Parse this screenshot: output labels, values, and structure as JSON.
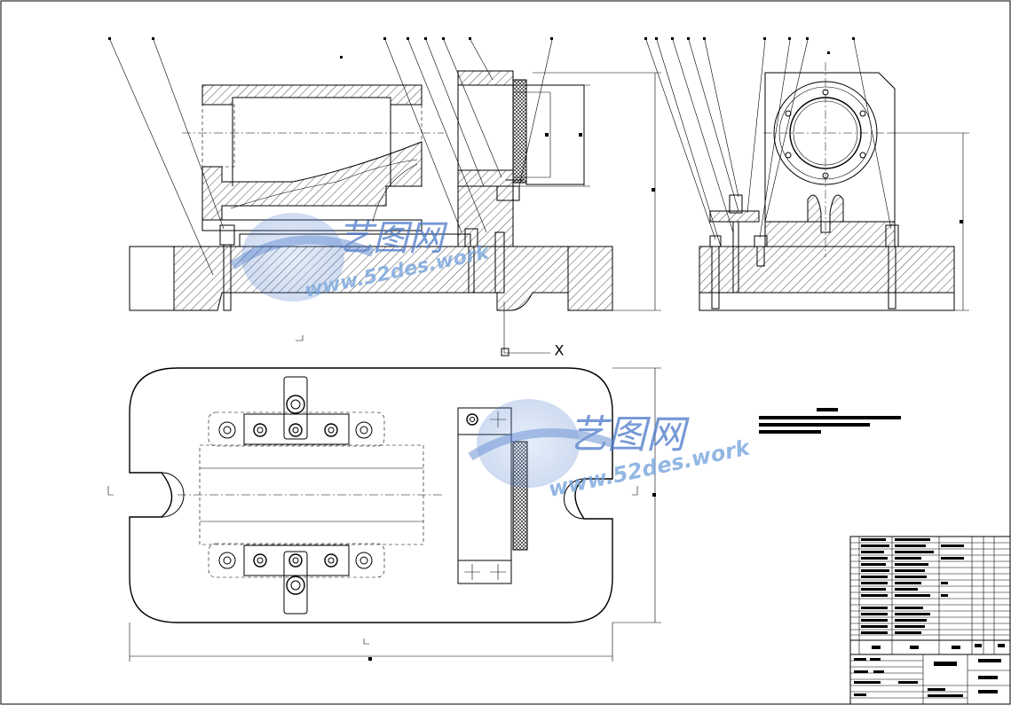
{
  "watermark": {
    "brand": "艺图网",
    "site": "www.52des.work",
    "color_primary": "#4a78c9",
    "color_secondary": "#6fa0dc"
  },
  "view_labels": {
    "section_marker_x": "X"
  },
  "colors": {
    "line": "#000000",
    "background": "#ffffff"
  }
}
